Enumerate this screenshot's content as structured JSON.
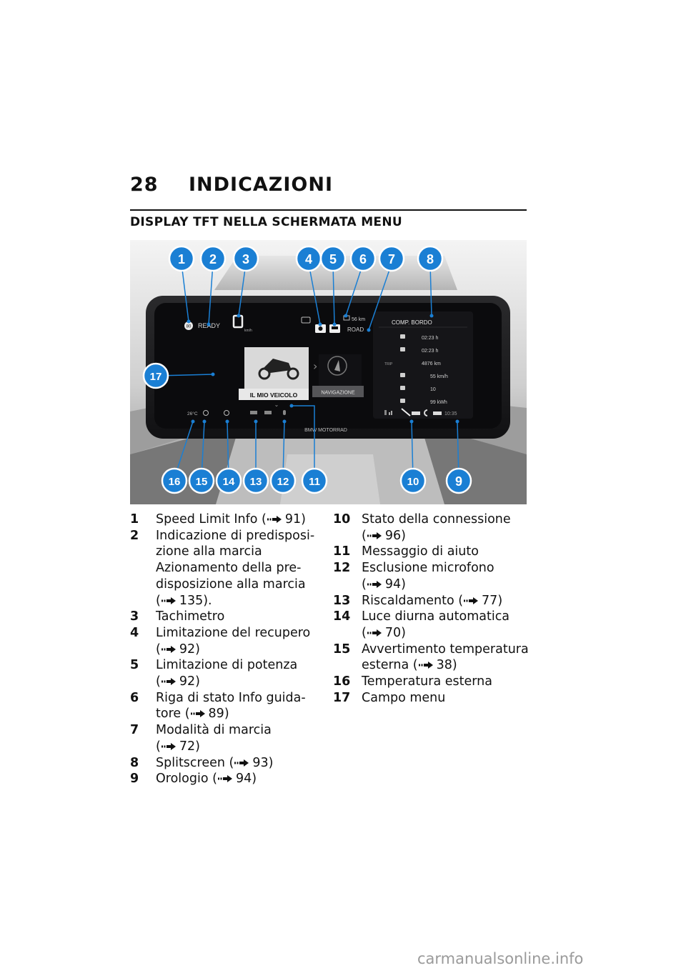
{
  "header": {
    "page_number": "28",
    "chapter": "INDICAZIONI",
    "section": "DISPLAY TFT NELLA SCHERMATA MENU"
  },
  "display": {
    "ready": "READY",
    "speed_unit": "km/h",
    "range_value": "56 km",
    "ride_mode": "ROAD",
    "panel_title": "COMP. BORDO",
    "rows": [
      {
        "label": "",
        "value": "02:23 h"
      },
      {
        "label": "",
        "value": "02:23 h"
      },
      {
        "label": "TRIP",
        "value": "4876 km"
      },
      {
        "label": "",
        "value": "55 km/h"
      },
      {
        "label": "",
        "value": "10"
      },
      {
        "label": "",
        "value": "99 kWh"
      }
    ],
    "menu_tile_1": "IL MIO VEICOLO",
    "menu_tile_2": "NAVIGAZIONE",
    "outside_temp": "26°C",
    "clock": "10:35",
    "brand": "BMW MOTORRAD"
  },
  "callouts": [
    "1",
    "2",
    "3",
    "4",
    "5",
    "6",
    "7",
    "8",
    "9",
    "10",
    "11",
    "12",
    "13",
    "14",
    "15",
    "16",
    "17"
  ],
  "legend_left": [
    {
      "num": "1",
      "lines": [
        "Speed Limit Info  ("
      ],
      "ref": "91)"
    },
    {
      "num": "2",
      "lines": [
        "Indicazione di predisposi-",
        "zione alla marcia",
        "Azionamento della pre-",
        "disposizione alla marcia",
        "("
      ],
      "ref": "135)."
    },
    {
      "num": "3",
      "lines": [
        "Tachimetro"
      ],
      "ref": ""
    },
    {
      "num": "4",
      "lines": [
        "Limitazione del recupero",
        "("
      ],
      "ref": "92)"
    },
    {
      "num": "5",
      "lines": [
        "Limitazione di potenza",
        "("
      ],
      "ref": "92)"
    },
    {
      "num": "6",
      "lines": [
        "Riga di stato Info guida-",
        "tore  ("
      ],
      "ref": "89)"
    },
    {
      "num": "7",
      "lines": [
        "Modalità di marcia",
        "("
      ],
      "ref": "72)"
    },
    {
      "num": "8",
      "lines": [
        "Splitscreen  ("
      ],
      "ref": "93)"
    },
    {
      "num": "9",
      "lines": [
        "Orologio  ("
      ],
      "ref": "94)"
    }
  ],
  "legend_right": [
    {
      "num": "10",
      "lines": [
        "Stato della connessione",
        "("
      ],
      "ref": "96)"
    },
    {
      "num": "11",
      "lines": [
        "Messaggio di aiuto"
      ],
      "ref": ""
    },
    {
      "num": "12",
      "lines": [
        "Esclusione microfono",
        "("
      ],
      "ref": "94)"
    },
    {
      "num": "13",
      "lines": [
        "Riscaldamento  ("
      ],
      "ref": "77)"
    },
    {
      "num": "14",
      "lines": [
        "Luce diurna automatica",
        "("
      ],
      "ref": "70)"
    },
    {
      "num": "15",
      "lines": [
        "Avvertimento temperatura",
        "esterna  ("
      ],
      "ref": "38)"
    },
    {
      "num": "16",
      "lines": [
        "Temperatura esterna"
      ],
      "ref": ""
    },
    {
      "num": "17",
      "lines": [
        "Campo menu"
      ],
      "ref": ""
    }
  ],
  "footer": {
    "watermark": "carmanualsonline.info"
  },
  "colors": {
    "callout": "#1a7fd4",
    "display_bg": "#0c0c0e",
    "page": "#ffffff"
  }
}
